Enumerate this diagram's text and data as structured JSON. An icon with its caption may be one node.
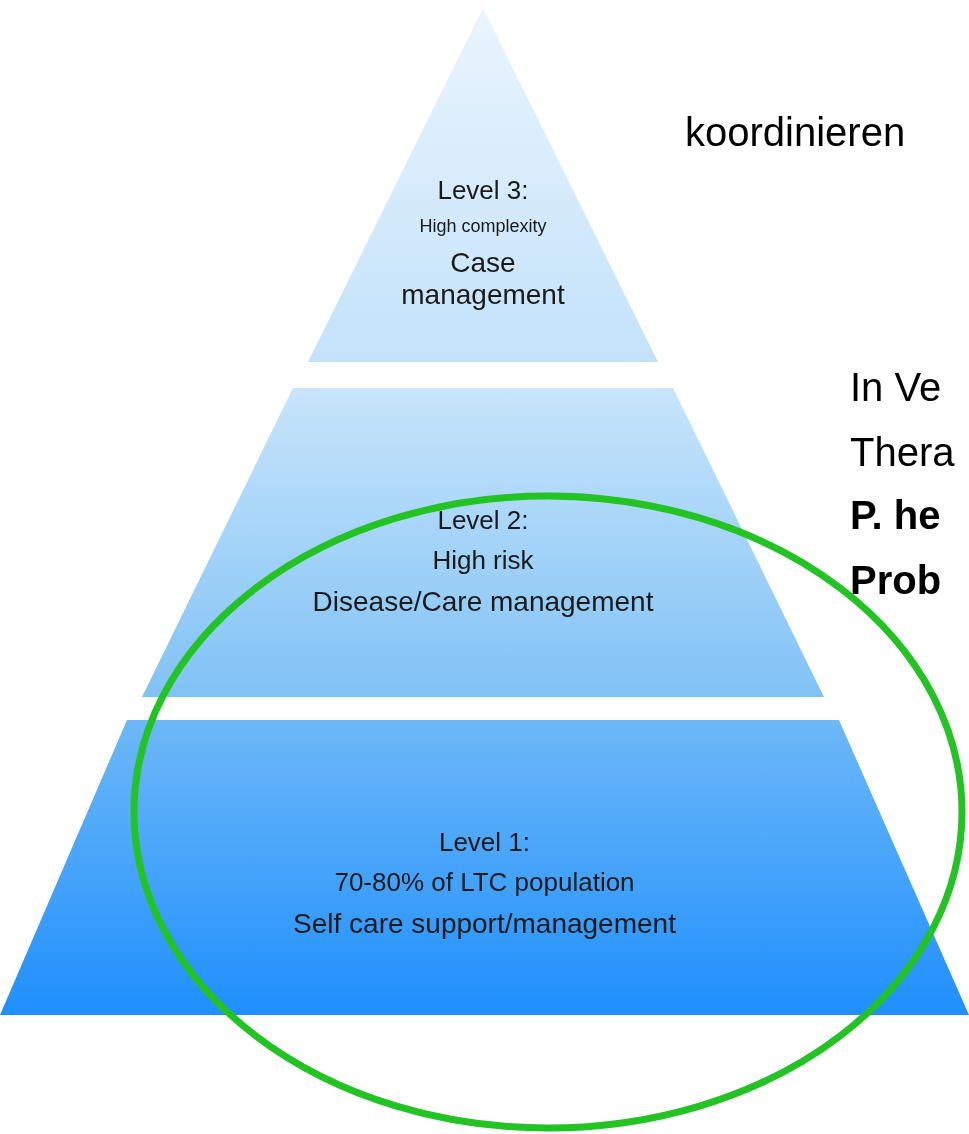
{
  "diagram": {
    "nodes": [
      {
        "text": [
          "Level 3:",
          "High complexity",
          "Case management"
        ]
      },
      {
        "text": [
          "Level 2:",
          "High risk",
          "Disease/Care management"
        ]
      },
      {
        "text": [
          "Level 1:",
          "70-80% of LTC population",
          "Self care support/management"
        ]
      }
    ],
    "edges": [],
    "labels": [
      "koordinieren",
      "In Ve",
      "Thera",
      "P. he",
      "Prob"
    ]
  }
}
